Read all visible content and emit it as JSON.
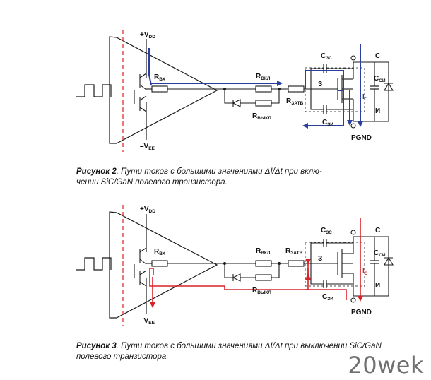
{
  "fig2": {
    "labels": {
      "vdd": "+V",
      "vdd_sub": "DD",
      "vee": "–V",
      "vee_sub": "EE",
      "rvx": "R",
      "rvx_sub": "ВХ",
      "rvkl": "R",
      "rvkl_sub": "ВКЛ",
      "rvykl": "R",
      "rvykl_sub": "ВЫКЛ",
      "rzatv": "R",
      "rzatv_sub": "ЗАТВ",
      "czs": "C",
      "czs_sub": "ЗС",
      "czi": "C",
      "czi_sub": "ЗИ",
      "csi": "C",
      "csi_sub": "СИ",
      "ic": "I",
      "ic_sub": "C",
      "gate": "З",
      "drain": "С",
      "source": "И",
      "pgnd": "PGND"
    },
    "caption_bold": "Рисунок 2",
    "caption_rest": ". Пути токов с большими значениями ΔI/Δt при вклю-\nчении SiC/GaN полевого транзистора."
  },
  "fig3": {
    "labels": {
      "vdd": "+V",
      "vdd_sub": "DD",
      "vee": "–V",
      "vee_sub": "EE",
      "rvx": "R",
      "rvx_sub": "ВХ",
      "rvkl": "R",
      "rvkl_sub": "ВКЛ",
      "rvykl": "R",
      "rvykl_sub": "ВЫКЛ",
      "rzatv": "R",
      "rzatv_sub": "ЗАТВ",
      "czs": "C",
      "czs_sub": "ЗС",
      "czi": "C",
      "czi_sub": "ЗИ",
      "csi": "C",
      "csi_sub": "СИ",
      "ic": "I",
      "ic_sub": "C",
      "gate": "З",
      "drain": "С",
      "source": "И",
      "pgnd": "PGND"
    },
    "caption_bold": "Рисунок 3",
    "caption_rest": ". Пути токов с большими значениями ΔI/Δt при выключении SiC/GaN полевого транзистора."
  },
  "watermark": "20wek",
  "colors": {
    "wire": "#1a1a1a",
    "blue_path": "#2b3f9e",
    "red_path": "#d8232a",
    "dashed_divider": "#d8232a"
  }
}
